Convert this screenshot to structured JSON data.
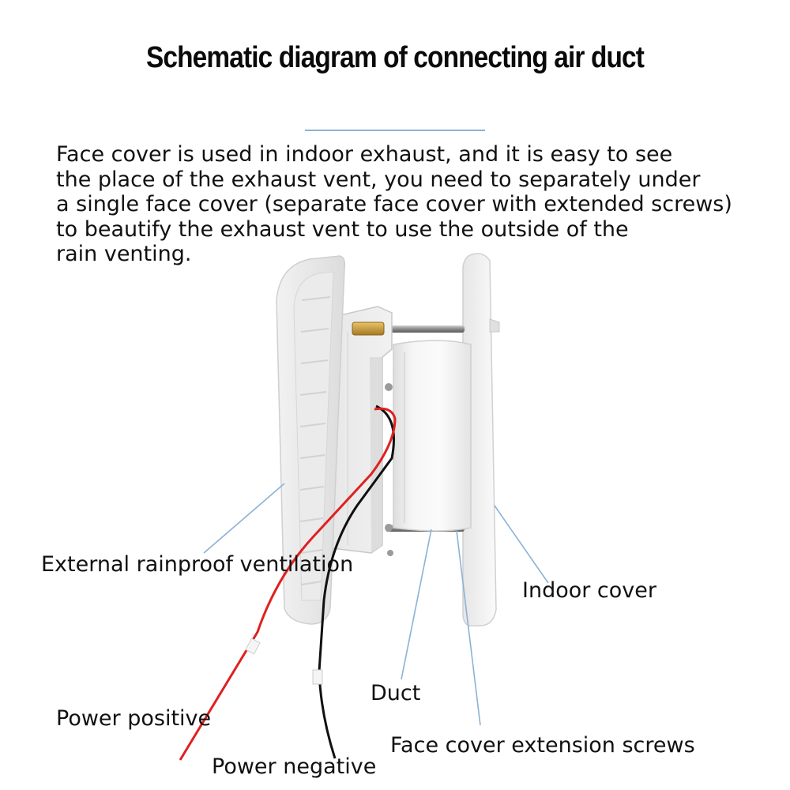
{
  "title": "Schematic diagram of connecting air duct",
  "description": "Face cover is used in indoor exhaust, and it is easy to see\nthe place of the exhaust vent, you need to separately under\na single face cover (separate face cover with extended screws)\nto beautify the exhaust vent to use the outside of the\nrain venting.",
  "labels": {
    "external_rainproof": "External rainproof ventilation",
    "indoor_cover": "Indoor cover",
    "duct": "Duct",
    "power_positive": "Power positive",
    "extension_screws": "Face cover extension screws",
    "power_negative": "Power negative"
  },
  "colors": {
    "leader_line": "#8ab2d6",
    "wire_positive": "#e02020",
    "wire_negative": "#111111",
    "brass_spacer": "#c9a040"
  }
}
